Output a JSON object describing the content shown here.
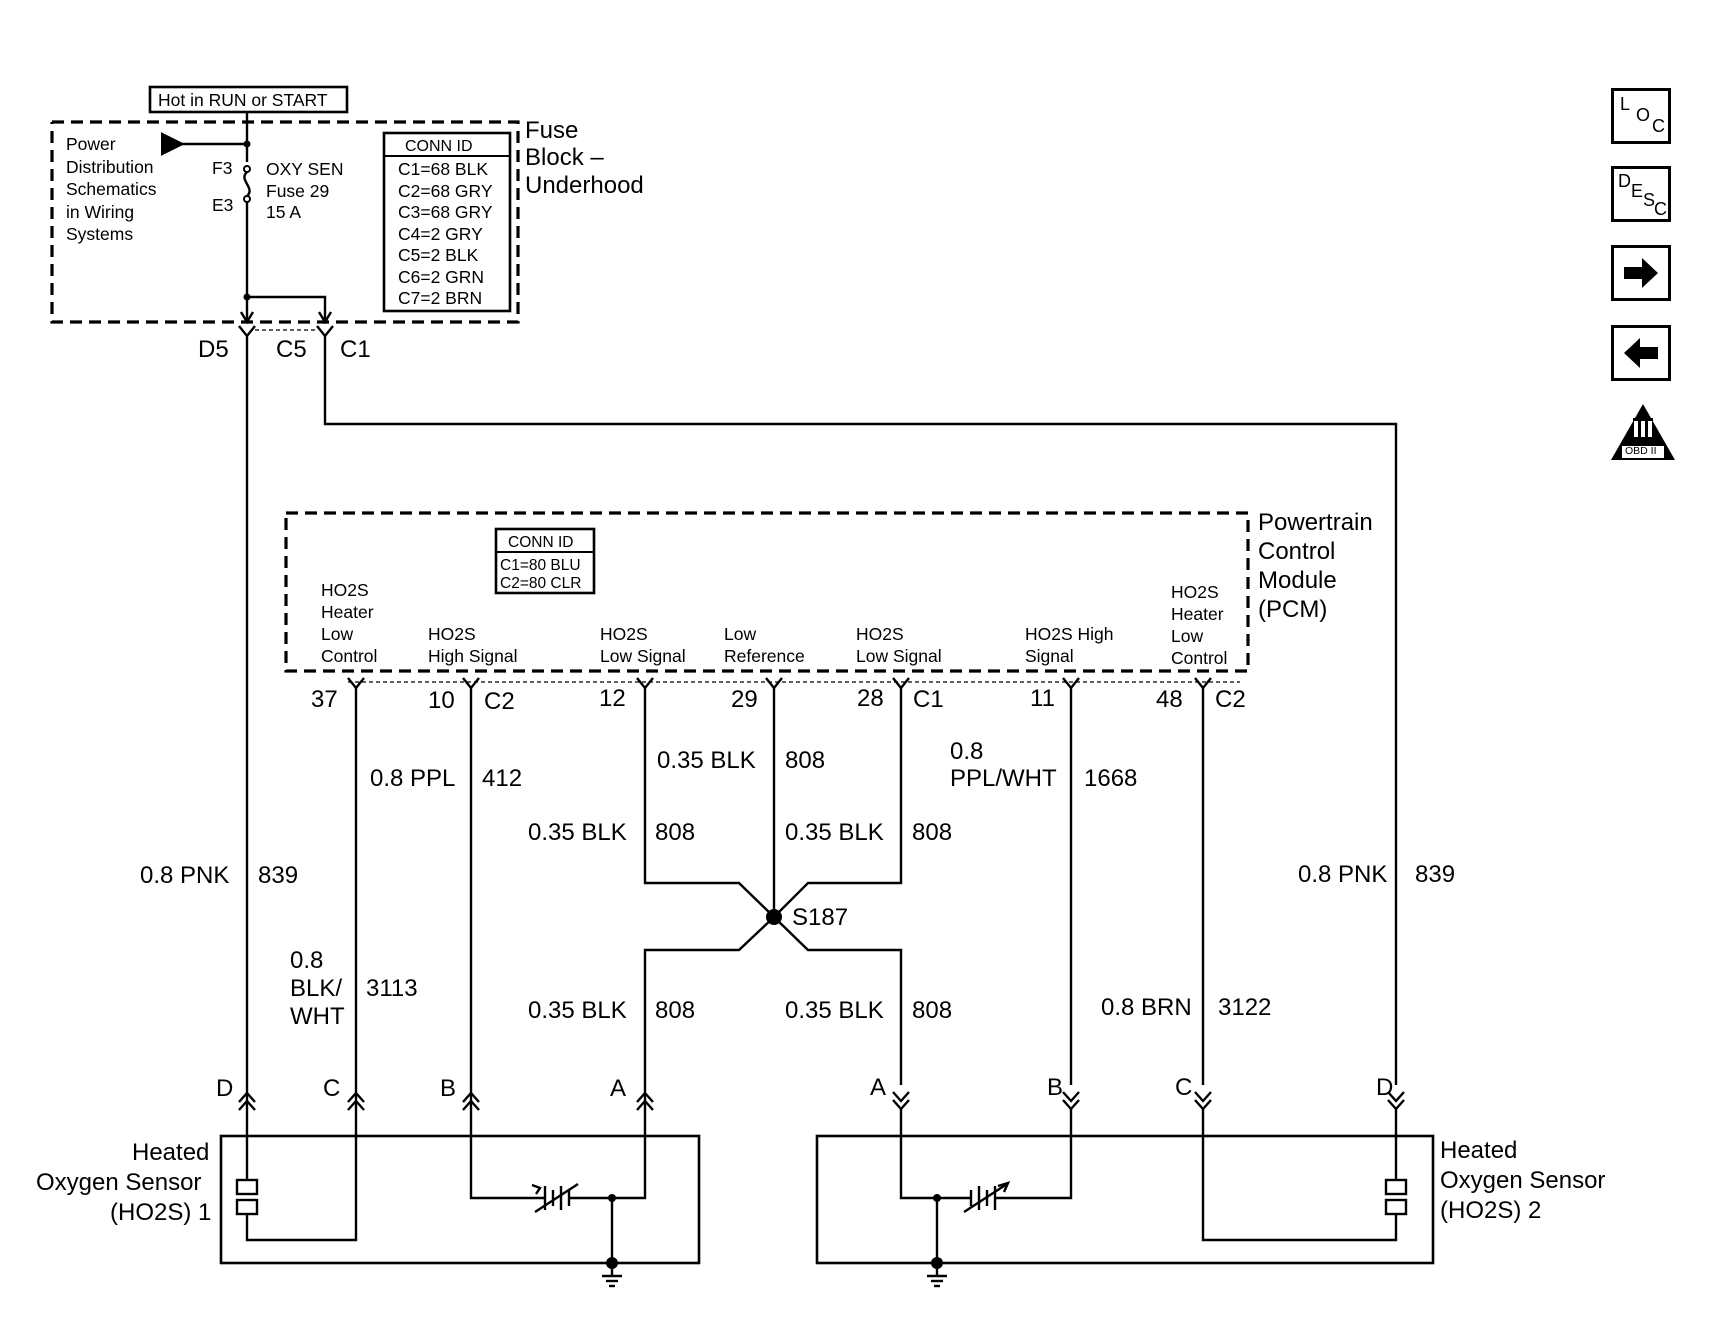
{
  "fuse_block": {
    "hot_label": "Hot in RUN or START",
    "power_dist": [
      "Power",
      "Distribution",
      "Schematics",
      "in Wiring",
      "Systems"
    ],
    "fuse_pin_top": "F3",
    "fuse_pin_bottom": "E3",
    "fuse_name": [
      "OXY SEN",
      "Fuse 29",
      "15 A"
    ],
    "conn_id_title": "CONN ID",
    "conn_ids": [
      "C1=68 BLK",
      "C2=68 GRY",
      "C3=68 GRY",
      "C4=2 GRY",
      "C5=2 BLK",
      "C6=2 GRN",
      "C7=2 BRN"
    ],
    "name": [
      "Fuse",
      "Block –",
      "Underhood"
    ],
    "pin_d5": "D5",
    "pin_c5": "C5",
    "pin_c1": "C1"
  },
  "pcm": {
    "name": [
      "Powertrain",
      "Control",
      "Module",
      "(PCM)"
    ],
    "conn_id_title": "CONN ID",
    "conn_ids": [
      "C1=80 BLU",
      "C2=80 CLR"
    ],
    "terminals": [
      {
        "label": [
          "HO2S",
          "Heater",
          "Low",
          "Control"
        ],
        "pin": "37",
        "conn": ""
      },
      {
        "label": [
          "HO2S",
          "High Signal"
        ],
        "pin": "10",
        "conn": "C2"
      },
      {
        "label": [
          "HO2S",
          "Low Signal"
        ],
        "pin": "12",
        "conn": ""
      },
      {
        "label": [
          "Low",
          "Reference"
        ],
        "pin": "29",
        "conn": ""
      },
      {
        "label": [
          "HO2S",
          "Low Signal"
        ],
        "pin": "28",
        "conn": "C1"
      },
      {
        "label": [
          "HO2S High",
          "Signal"
        ],
        "pin": "11",
        "conn": ""
      },
      {
        "label": [
          "HO2S",
          "Heater",
          "Low",
          "Control"
        ],
        "pin": "48",
        "conn": "C2"
      }
    ]
  },
  "wires": {
    "w_839_left": {
      "size": "0.8 PNK",
      "circuit": "839"
    },
    "w_3113": {
      "size": [
        "0.8",
        "BLK/",
        "WHT"
      ],
      "circuit": "3113"
    },
    "w_412": {
      "size": "0.8 PPL",
      "circuit": "412"
    },
    "w_808_12_upper": {
      "size": "0.35 BLK",
      "circuit": "808"
    },
    "w_808_29": {
      "size": "0.35 BLK",
      "circuit": "808"
    },
    "w_808_28_upper": {
      "size": "0.35 BLK",
      "circuit": "808"
    },
    "w_808_left_lower": {
      "size": "0.35 BLK",
      "circuit": "808"
    },
    "w_808_right_lower": {
      "size": "0.35 BLK",
      "circuit": "808"
    },
    "w_1668": {
      "size": [
        "0.8",
        "PPL/WHT"
      ],
      "circuit": "1668"
    },
    "w_3122": {
      "size": "0.8 BRN",
      "circuit": "3122"
    },
    "w_839_right": {
      "size": "0.8 PNK",
      "circuit": "839"
    }
  },
  "splice": "S187",
  "sensor1": {
    "name": [
      "Heated",
      "Oxygen Sensor",
      "(HO2S) 1"
    ],
    "pins": [
      "D",
      "C",
      "B",
      "A"
    ]
  },
  "sensor2": {
    "name": [
      "Heated",
      "Oxygen Sensor",
      "(HO2S) 2"
    ],
    "pins": [
      "A",
      "B",
      "C",
      "D"
    ]
  },
  "nav": {
    "loc": {
      "big": "L",
      "sub1": "O",
      "sub2": "C"
    },
    "desc": {
      "big": "D",
      "sub1": "E",
      "sub2": "S",
      "sub3": "C"
    },
    "obd_label": "OBD II",
    "obd_numeral": "II"
  }
}
